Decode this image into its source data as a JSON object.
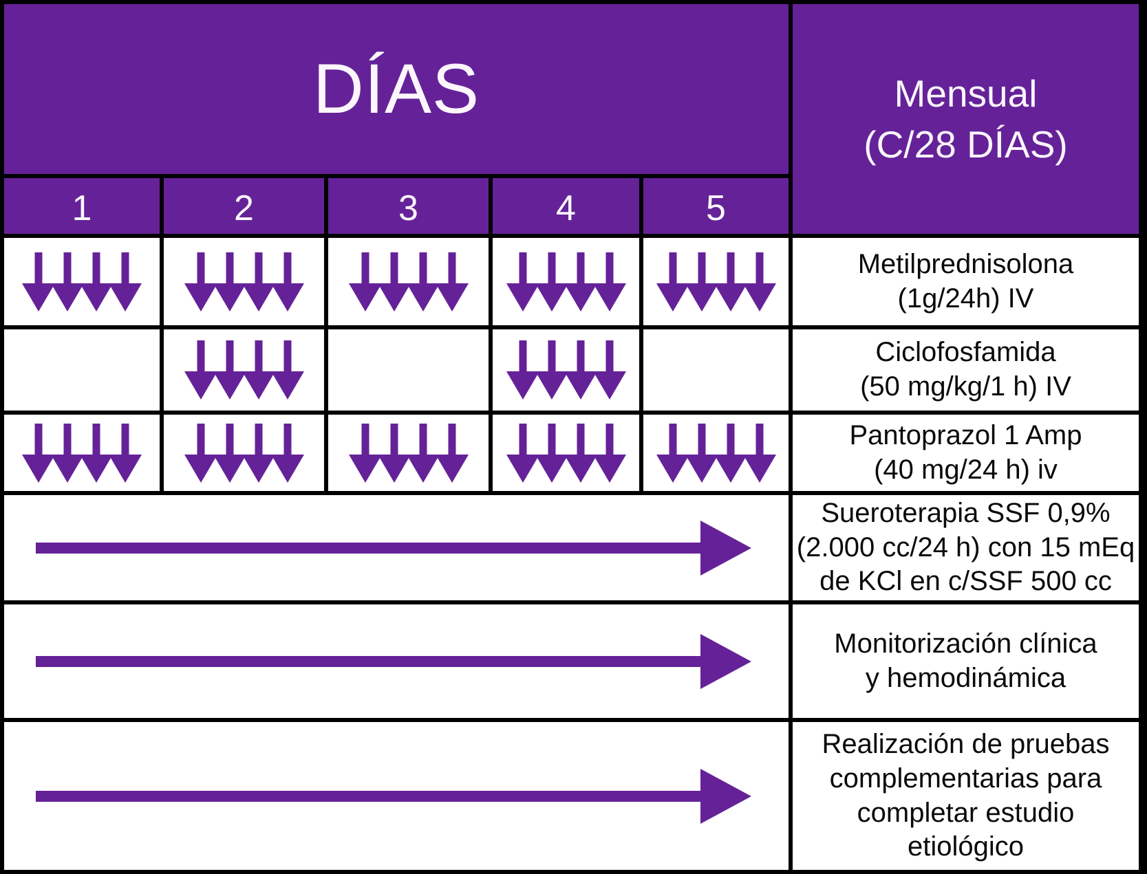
{
  "header": {
    "dias_label": "DÍAS",
    "mensual_line1": "Mensual",
    "mensual_line2": "(C/28 DÍAS)"
  },
  "days": [
    "1",
    "2",
    "3",
    "4",
    "5"
  ],
  "colors": {
    "purple": "#652298",
    "border": "#000000",
    "cell_bg": "#ffffff",
    "header_text": "#fbf6fc",
    "label_text": "#0a0a0a"
  },
  "rows": [
    {
      "type": "daily-arrows",
      "pattern": [
        1,
        1,
        1,
        1,
        1
      ],
      "label_lines": [
        "Metilprednisolona",
        "(1g/24h) IV"
      ]
    },
    {
      "type": "daily-arrows",
      "pattern": [
        0,
        1,
        0,
        1,
        0
      ],
      "label_lines": [
        "Ciclofosfamida",
        "(50 mg/kg/1 h) IV"
      ]
    },
    {
      "type": "daily-arrows",
      "pattern": [
        1,
        1,
        1,
        1,
        1
      ],
      "label_lines": [
        "Pantoprazol 1 Amp",
        "(40 mg/24 h) iv"
      ]
    },
    {
      "type": "continuous-arrow",
      "label_lines": [
        "Sueroterapia SSF 0,9%",
        "(2.000 cc/24 h) con 15 mEq",
        "de KCl en c/SSF 500 cc"
      ]
    },
    {
      "type": "continuous-arrow",
      "label_lines": [
        "Monitorización clínica",
        "y hemodinámica"
      ]
    },
    {
      "type": "continuous-arrow",
      "label_lines": [
        "Realización de pruebas",
        "complementarias para",
        "completar estudio",
        "etiológico"
      ]
    }
  ]
}
